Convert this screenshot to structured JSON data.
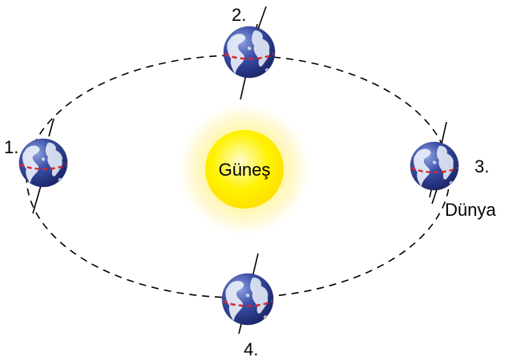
{
  "sun": {
    "label": "Güneş",
    "core_color": "#fff200",
    "glow_color": "#ffe600"
  },
  "earth_label": "Dünya",
  "positions": [
    {
      "id": "1",
      "label": "1."
    },
    {
      "id": "2",
      "label": "2."
    },
    {
      "id": "3",
      "label": "3."
    },
    {
      "id": "4",
      "label": "4."
    }
  ],
  "colors": {
    "orbit": "#000000",
    "ocean": "#2a3a8c",
    "ocean_highlight": "#8fa3e0",
    "land": "#e8eef8",
    "equator": "#d42a2a",
    "axis": "#000000"
  }
}
